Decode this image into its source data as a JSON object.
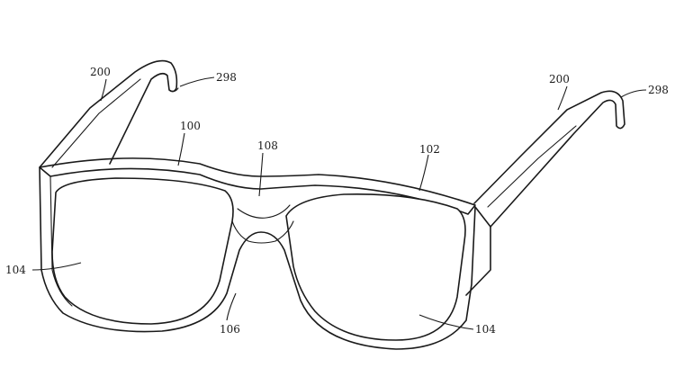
{
  "labels": {
    "temple_left": "200",
    "temple_right": "200",
    "tip_left": "298",
    "tip_right": "298",
    "frame": "100",
    "bridge": "108",
    "brow": "102",
    "lens_left": "104",
    "lens_right": "104",
    "nose": "106"
  },
  "colors": {
    "line": "#1a1a1a",
    "background": "#ffffff"
  }
}
